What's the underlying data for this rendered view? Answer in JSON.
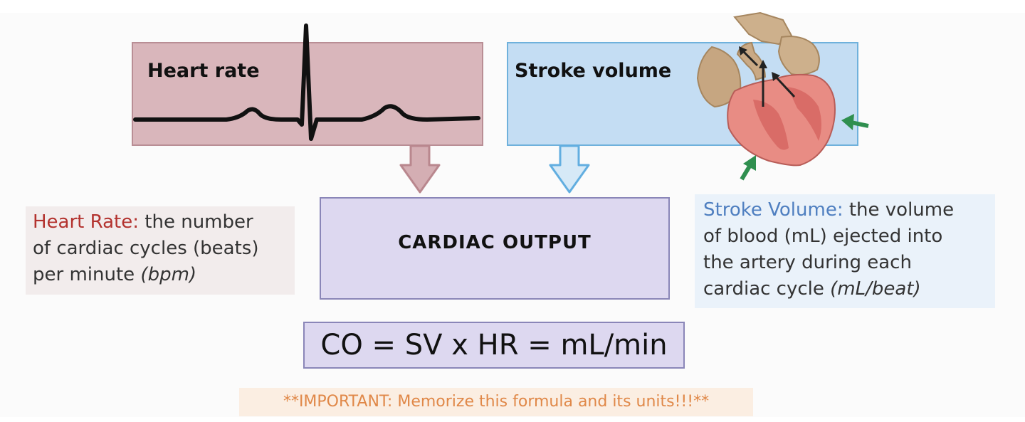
{
  "heart_rate_box": {
    "title": "Heart rate"
  },
  "stroke_volume_box": {
    "title": "Stroke volume"
  },
  "cardiac_output_box": {
    "title": "CARDIAC OUTPUT"
  },
  "heart_rate_definition": {
    "term": "Heart Rate:",
    "line1_rest": " the number",
    "line2": "of cardiac cycles (beats)",
    "line3": "per minute ",
    "unit": "(bpm)"
  },
  "stroke_volume_definition": {
    "term": "Stroke Volume:",
    "line1_rest": " the volume",
    "line2": "of blood (mL) ejected into",
    "line3": "the artery during each",
    "line4": "cardiac cycle ",
    "unit": "(mL/beat)"
  },
  "formula": "CO = SV x HR = mL/min",
  "important_note": "**IMPORTANT: Memorize this formula and its units!!!**",
  "colors": {
    "heart_rate_box": "#d9b6bb",
    "stroke_volume_box": "#c4ddf3",
    "cardiac_output_box": "#ddd8f0",
    "hr_term": "#b3322e",
    "sv_term": "#4f7fc0",
    "important_text": "#e08848",
    "heart_flow_arrows": "#2f8f4f"
  },
  "icons": [
    "ecg-waveform-icon",
    "heart-illustration-icon",
    "down-arrow-icon",
    "green-arrow-icon"
  ]
}
